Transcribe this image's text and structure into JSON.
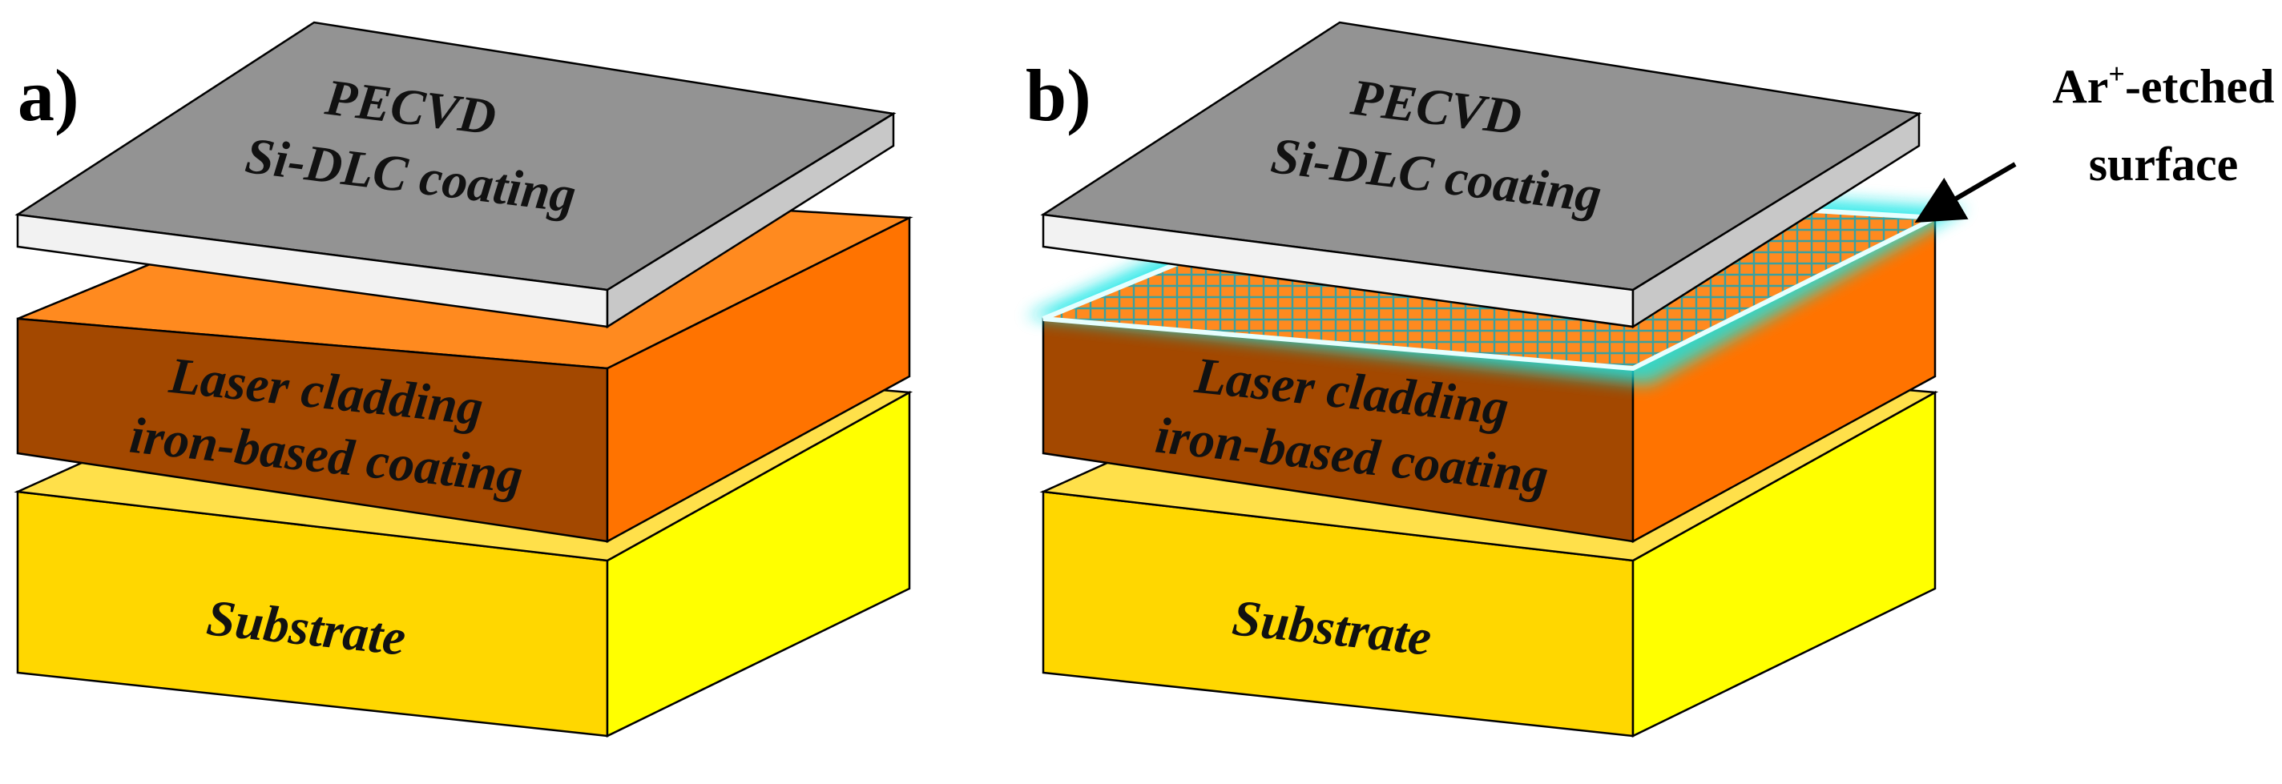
{
  "panels": [
    {
      "label": "a)",
      "pecvd": {
        "line1": "PECVD",
        "line2": "Si-DLC coating"
      },
      "laser": {
        "line1": "Laser cladding",
        "line2": "iron-based coating"
      },
      "substrate": {
        "line1": "Substrate"
      },
      "etched_surface": false
    },
    {
      "label": "b)",
      "pecvd": {
        "line1": "PECVD",
        "line2": "Si-DLC coating"
      },
      "laser": {
        "line1": "Laser cladding",
        "line2": "iron-based coating"
      },
      "substrate": {
        "line1": "Substrate"
      },
      "etched_surface": true
    }
  ],
  "callout": {
    "line1_prefix": "Ar",
    "line1_sup": "+",
    "line1_suffix": "-etched",
    "line2": "surface"
  },
  "colors": {
    "pecvd_top": "#939393",
    "pecvd_front": "#f2f2f2",
    "pecvd_side": "#c8c8c8",
    "laser_front": "#a34800",
    "laser_side": "#ff7300",
    "laser_top": "#ff8a1f",
    "substrate_front": "#ffd700",
    "substrate_side": "#ffff00",
    "substrate_top": "#ffe04a",
    "etch_glow": "#19e6e6",
    "etch_grid": "#3aa0a0"
  }
}
